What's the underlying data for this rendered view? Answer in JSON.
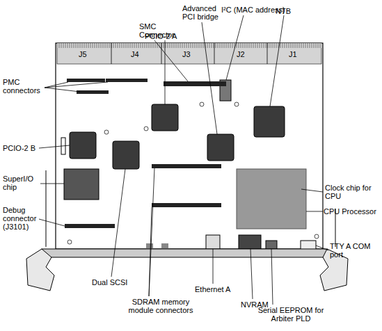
{
  "diagram": {
    "labels": [
      "J5",
      "J4",
      "J3",
      "J2",
      "J1",
      "Advanced PCI bridge",
      "I²C (MAC address)",
      "NTB",
      "PCIO-2 A",
      "SMC Connector",
      "PMC connectors",
      "PCIO-2 B",
      "SuperI/O chip",
      "Debug connector (J3101)",
      "Clock chip for CPU",
      "CPU Processor",
      "TTY A COM port",
      "Dual SCSI",
      "SDRAM memory module connectors",
      "Ethernet A",
      "NVRAM",
      "Serial EEPROM for Arbiter PLD"
    ]
  }
}
